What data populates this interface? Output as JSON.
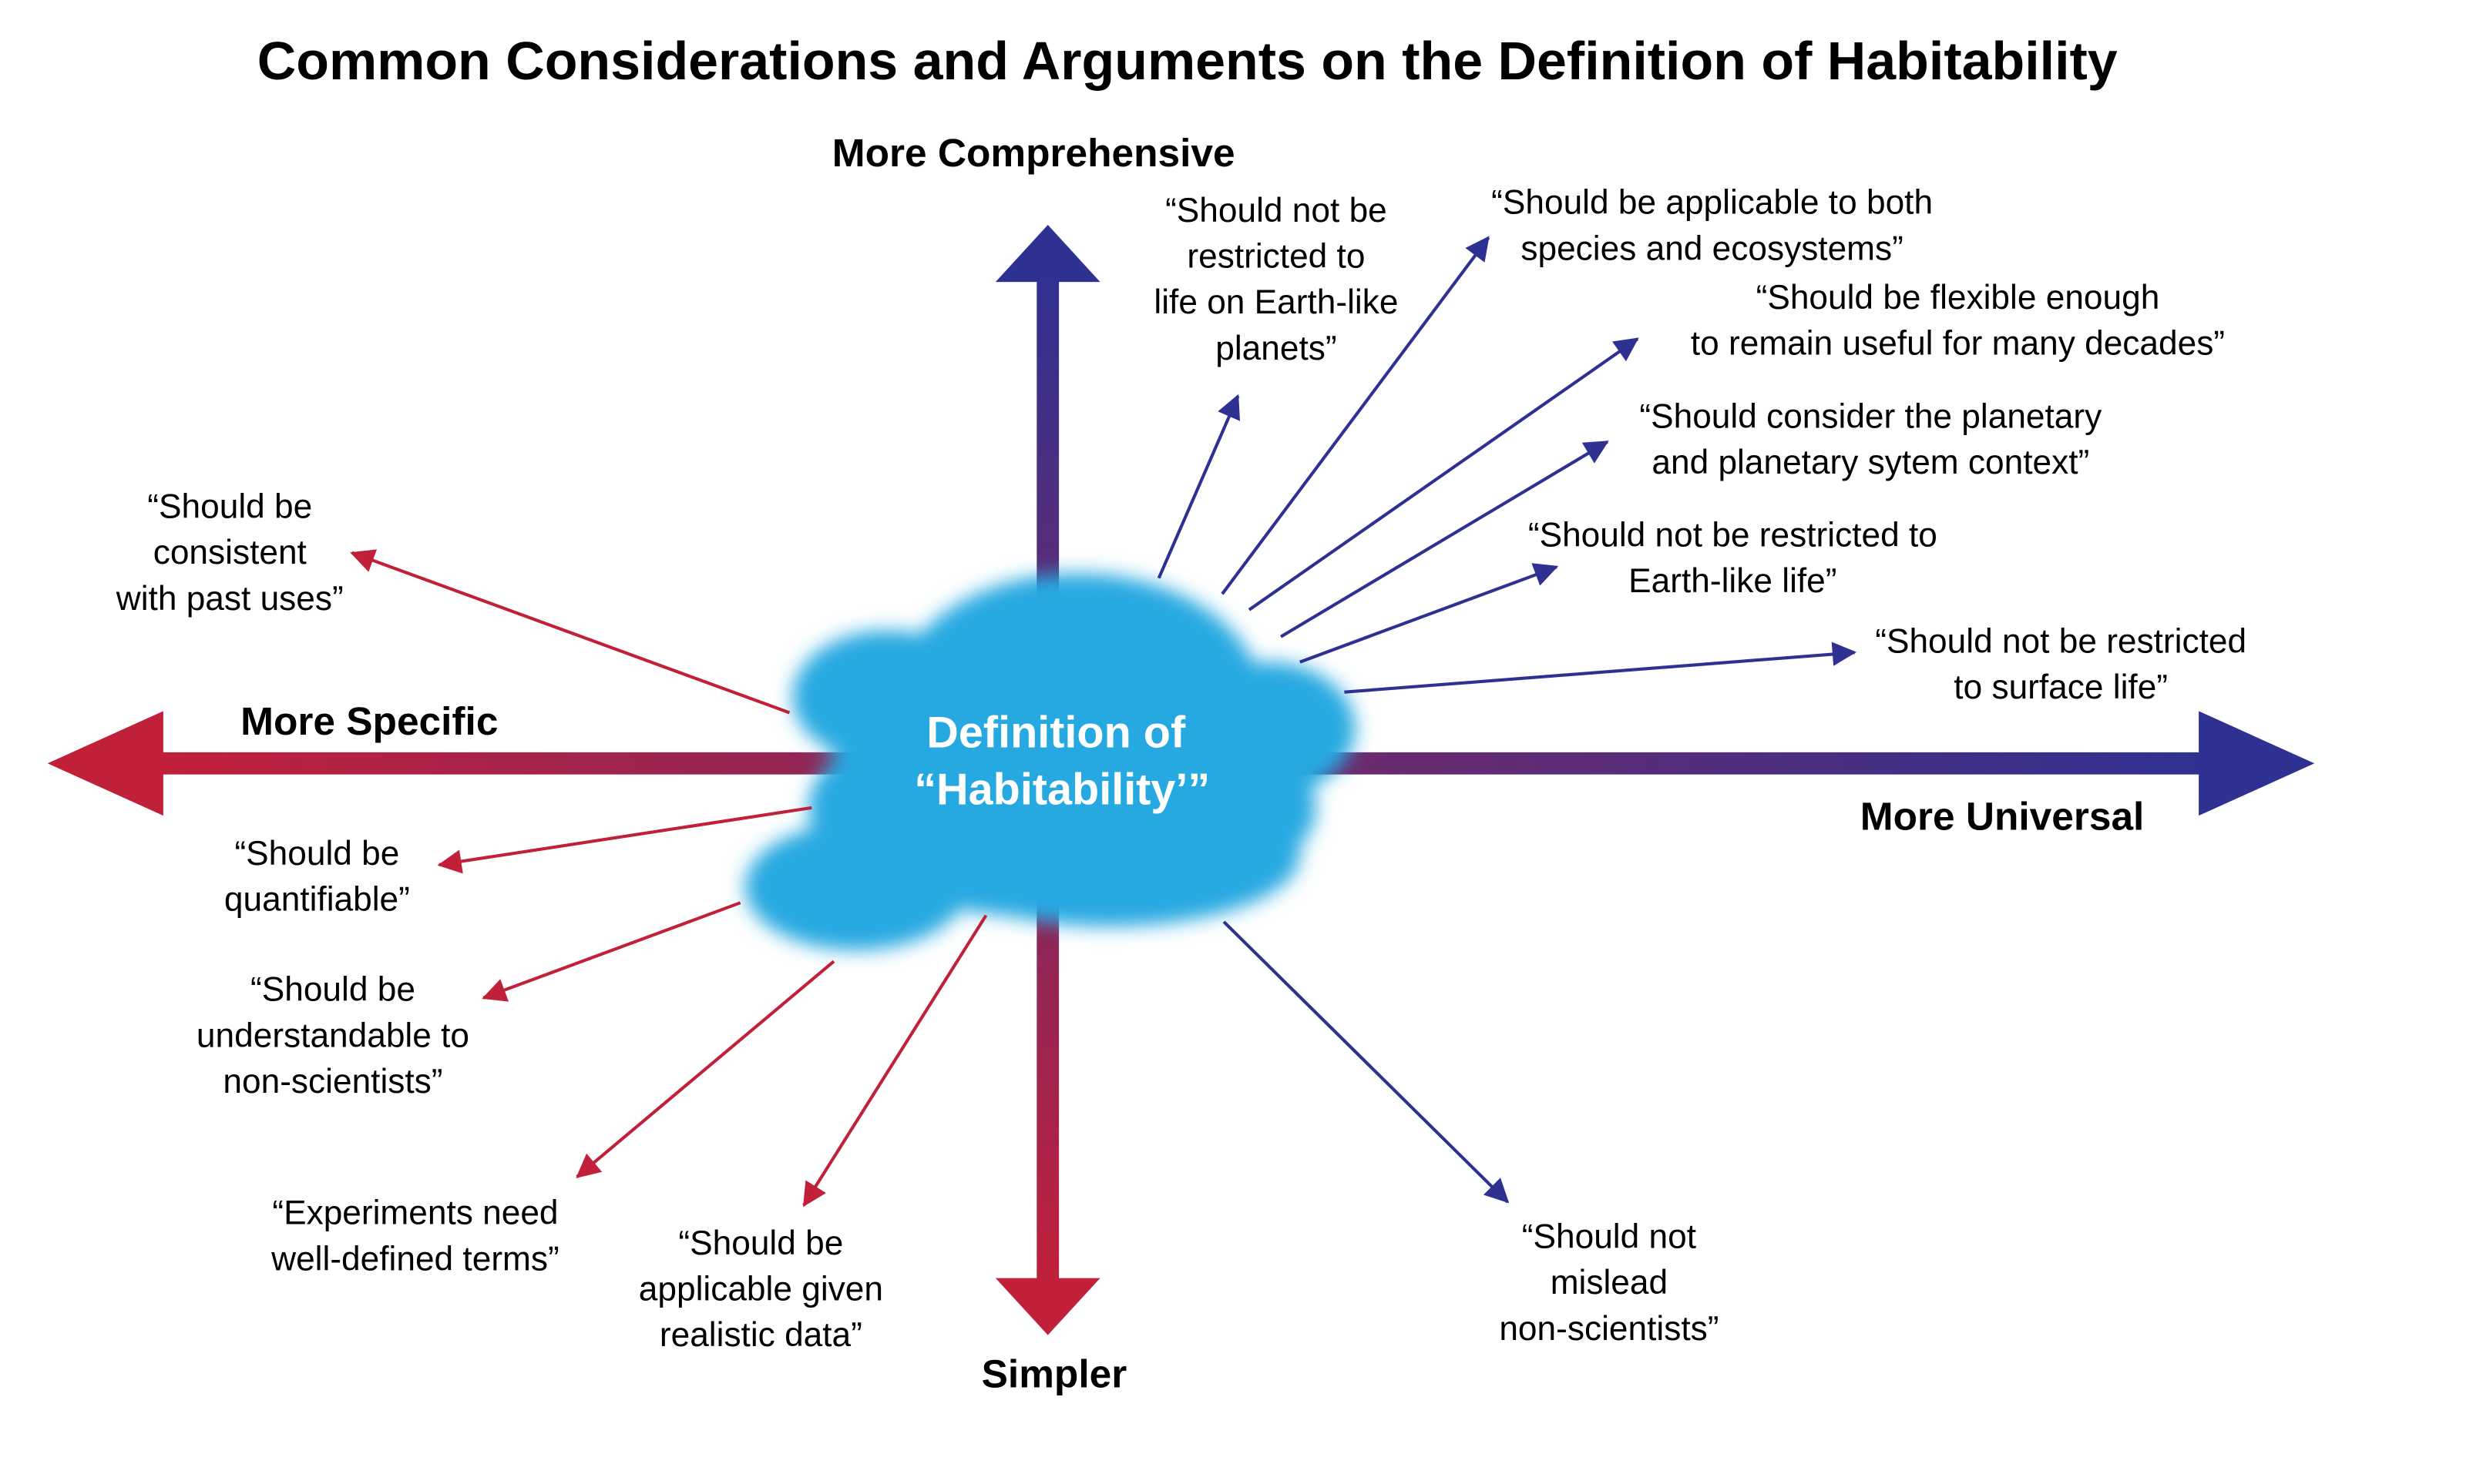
{
  "title": "Common Considerations and Arguments on the Definition of Habitability",
  "axes": {
    "top": "More Comprehensive",
    "bottom": "Simpler",
    "left": "More Specific",
    "right": "More Universal"
  },
  "center": {
    "line1": "Definition of",
    "line2": "“Habitability’”"
  },
  "colors": {
    "red": "#c1203a",
    "blue": "#2e3192",
    "cloud": "#27a9e1"
  },
  "quotes": [
    {
      "side": "specific",
      "lines": [
        "“Should be",
        "consistent",
        "with past uses”"
      ]
    },
    {
      "side": "specific",
      "lines": [
        "“Should be",
        "quantifiable”"
      ]
    },
    {
      "side": "specific",
      "lines": [
        "“Should be",
        "understandable to",
        "non-scientists”"
      ]
    },
    {
      "side": "specific",
      "lines": [
        "“Experiments need",
        "well-defined terms”"
      ]
    },
    {
      "side": "specific",
      "lines": [
        "“Should be",
        "applicable given",
        "realistic data”"
      ]
    },
    {
      "side": "universal",
      "lines": [
        "“Should not be",
        "restricted to",
        "life on Earth-like",
        "planets”"
      ]
    },
    {
      "side": "universal",
      "lines": [
        "“Should be applicable to both",
        "species and ecosystems”"
      ]
    },
    {
      "side": "universal",
      "lines": [
        "“Should be flexible enough",
        "to remain useful for many decades”"
      ]
    },
    {
      "side": "universal",
      "lines": [
        "“Should consider the planetary",
        "and planetary sytem context”"
      ]
    },
    {
      "side": "universal",
      "lines": [
        "“Should not be restricted to",
        "Earth-like life”"
      ]
    },
    {
      "side": "universal",
      "lines": [
        "“Should not be restricted",
        "to surface life”"
      ]
    },
    {
      "side": "universal",
      "lines": [
        "“Should not",
        "mislead",
        "non-scientists”"
      ]
    }
  ]
}
